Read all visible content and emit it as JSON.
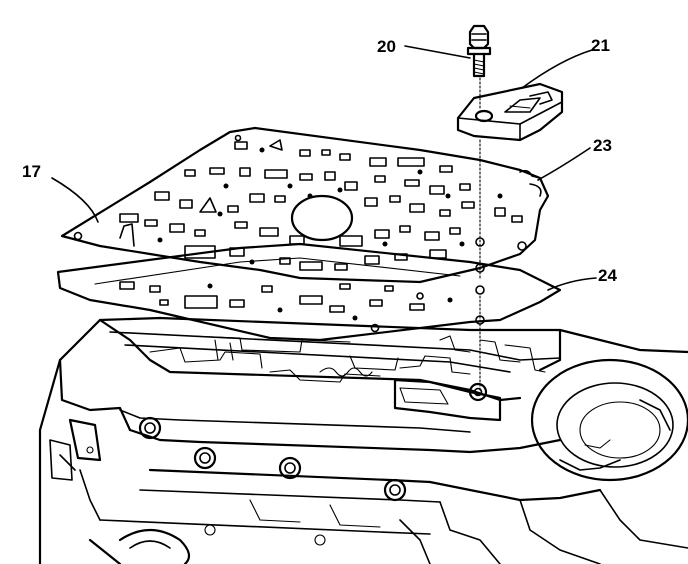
{
  "diagram": {
    "callouts": {
      "c17": "17",
      "c20": "20",
      "c21": "21",
      "c23": "23",
      "c24": "24"
    },
    "colors": {
      "ink": "#000000",
      "paper": "#ffffff"
    }
  }
}
